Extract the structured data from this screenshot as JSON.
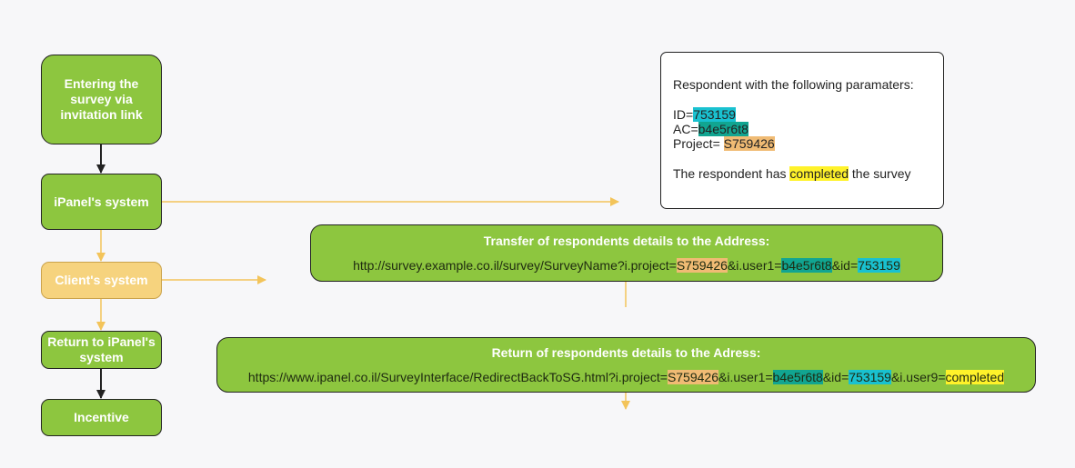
{
  "nodes": {
    "enter": "Entering the survey via invitation link",
    "ipanel": "iPanel's system",
    "client": "Client's system",
    "return": "Return to iPanel's system",
    "incentive": "Incentive"
  },
  "transfer": {
    "caption": "Transfer of respondents details to the Address:",
    "url_prefix": "http://survey.example.co.il/survey/SurveyName?i.project=",
    "project": "S759426",
    "sep_user1": "&i.user1=",
    "ac": "b4e5r6t8",
    "sep_id": "&id=",
    "id": "753159"
  },
  "return_box": {
    "caption": "Return of respondents details to the Adress:",
    "url_prefix": "https://www.ipanel.co.il/SurveyInterface/RedirectBackToSG.html?i.project=",
    "project": "S759426",
    "sep_user1": "&i.user1=",
    "ac": "b4e5r6t8",
    "sep_id": "&id=",
    "id": "753159",
    "sep_user9": "&i.user9=",
    "status": "completed"
  },
  "info": {
    "heading": "Respondent with the following paramaters:",
    "id_label": "ID=",
    "id_value": "753159",
    "ac_label": "AC=",
    "ac_value": "b4e5r6t8",
    "project_label": "Project= ",
    "project_value": "S759426",
    "status_prefix": "The respondent has ",
    "status_value": "completed",
    "status_suffix": " the survey"
  },
  "colors": {
    "node_green": "#8dc63f",
    "client_orange": "#f6d37e",
    "connector_orange": "#f3c45a",
    "highlight_project": "#f0bb74",
    "highlight_ac": "#11a591",
    "highlight_id": "#19c1d0",
    "highlight_completed": "#fff22a"
  }
}
